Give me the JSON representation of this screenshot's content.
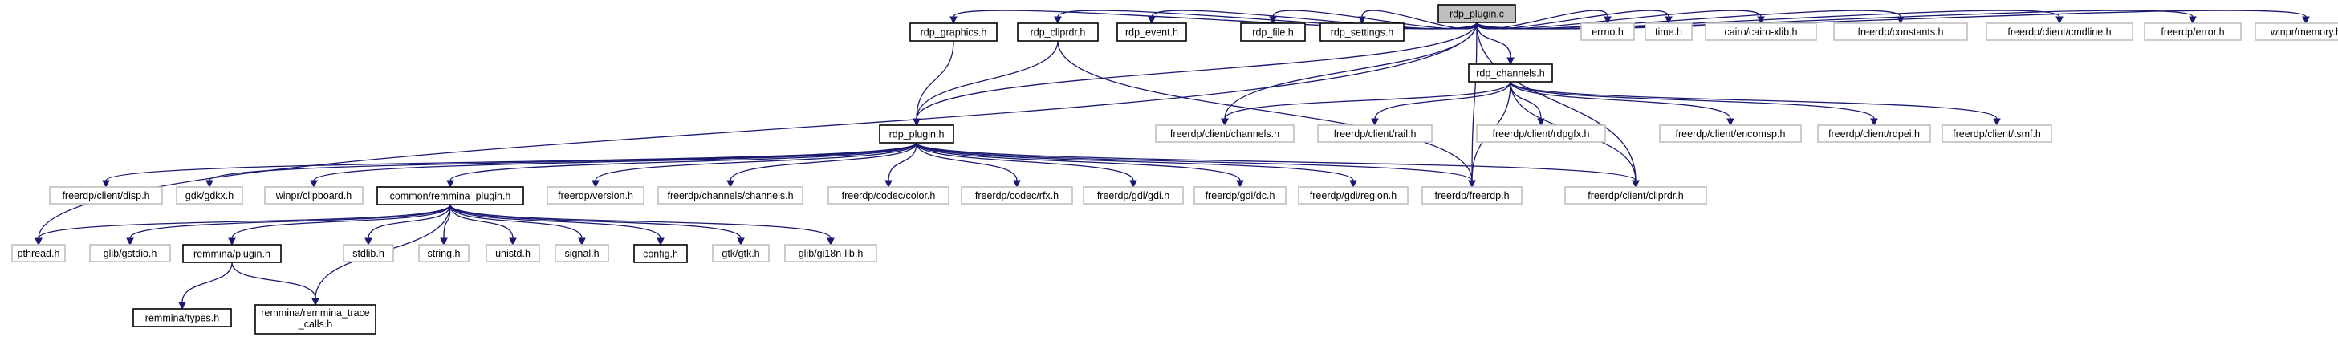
{
  "diagram": {
    "title": "rdp_plugin.c",
    "colors": {
      "root_fill": "#bfbfbf",
      "documented_border": "#000000",
      "undocumented_border": "#bfbfbf",
      "node_fill": "#ffffff",
      "edge": "#191970"
    },
    "nodes": [
      {
        "id": "rdp_plugin_c",
        "label": "rdp_plugin.c",
        "style": "root"
      },
      {
        "id": "pthread_h",
        "label": "pthread.h",
        "style": "gray"
      },
      {
        "id": "rdp_graphics_h",
        "label": "rdp_graphics.h",
        "style": "doc"
      },
      {
        "id": "rdp_cliprdr_h",
        "label": "rdp_cliprdr.h",
        "style": "doc"
      },
      {
        "id": "rdp_event_h",
        "label": "rdp_event.h",
        "style": "doc"
      },
      {
        "id": "freerdp_client_channels_h",
        "label": "freerdp/client/channels.h",
        "style": "gray"
      },
      {
        "id": "rdp_file_h",
        "label": "rdp_file.h",
        "style": "doc"
      },
      {
        "id": "rdp_settings_h",
        "label": "rdp_settings.h",
        "style": "doc"
      },
      {
        "id": "rdp_channels_h",
        "label": "rdp_channels.h",
        "style": "doc"
      },
      {
        "id": "errno_h",
        "label": "errno.h",
        "style": "gray"
      },
      {
        "id": "time_h",
        "label": "time.h",
        "style": "gray"
      },
      {
        "id": "cairo_xlib_h",
        "label": "cairo/cairo-xlib.h",
        "style": "gray"
      },
      {
        "id": "freerdp_constants_h",
        "label": "freerdp/constants.h",
        "style": "gray"
      },
      {
        "id": "freerdp_client_cmdline_h",
        "label": "freerdp/client/cmdline.h",
        "style": "gray"
      },
      {
        "id": "freerdp_error_h",
        "label": "freerdp/error.h",
        "style": "gray"
      },
      {
        "id": "winpr_memory_h",
        "label": "winpr/memory.h",
        "style": "gray"
      },
      {
        "id": "rdp_plugin_h",
        "label": "rdp_plugin.h",
        "style": "doc"
      },
      {
        "id": "freerdp_client_rail_h",
        "label": "freerdp/client/rail.h",
        "style": "gray"
      },
      {
        "id": "freerdp_client_rdpgfx_h",
        "label": "freerdp/client/rdpgfx.h",
        "style": "gray"
      },
      {
        "id": "freerdp_client_encomsp_h",
        "label": "freerdp/client/encomsp.h",
        "style": "gray"
      },
      {
        "id": "freerdp_client_rdpei_h",
        "label": "freerdp/client/rdpei.h",
        "style": "gray"
      },
      {
        "id": "freerdp_client_tsmf_h",
        "label": "freerdp/client/tsmf.h",
        "style": "gray"
      },
      {
        "id": "freerdp_client_disp_h",
        "label": "freerdp/client/disp.h",
        "style": "gray"
      },
      {
        "id": "gdk_gdkx_h",
        "label": "gdk/gdkx.h",
        "style": "gray"
      },
      {
        "id": "winpr_clipboard_h",
        "label": "winpr/clipboard.h",
        "style": "gray"
      },
      {
        "id": "common_remmina_plugin_h",
        "label": "common/remmina_plugin.h",
        "style": "doc"
      },
      {
        "id": "freerdp_version_h",
        "label": "freerdp/version.h",
        "style": "gray"
      },
      {
        "id": "freerdp_channels_channels_h",
        "label": "freerdp/channels/channels.h",
        "style": "gray"
      },
      {
        "id": "freerdp_codec_color_h",
        "label": "freerdp/codec/color.h",
        "style": "gray"
      },
      {
        "id": "freerdp_codec_rfx_h",
        "label": "freerdp/codec/rfx.h",
        "style": "gray"
      },
      {
        "id": "freerdp_gdi_gdi_h",
        "label": "freerdp/gdi/gdi.h",
        "style": "gray"
      },
      {
        "id": "freerdp_gdi_dc_h",
        "label": "freerdp/gdi/dc.h",
        "style": "gray"
      },
      {
        "id": "freerdp_gdi_region_h",
        "label": "freerdp/gdi/region.h",
        "style": "gray"
      },
      {
        "id": "freerdp_freerdp_h",
        "label": "freerdp/freerdp.h",
        "style": "gray"
      },
      {
        "id": "freerdp_client_cliprdr_h",
        "label": "freerdp/client/cliprdr.h",
        "style": "gray"
      },
      {
        "id": "glib_gstdio_h",
        "label": "glib/gstdio.h",
        "style": "gray"
      },
      {
        "id": "remmina_plugin_h",
        "label": "remmina/plugin.h",
        "style": "doc"
      },
      {
        "id": "stdlib_h",
        "label": "stdlib.h",
        "style": "gray"
      },
      {
        "id": "string_h",
        "label": "string.h",
        "style": "gray"
      },
      {
        "id": "unistd_h",
        "label": "unistd.h",
        "style": "gray"
      },
      {
        "id": "signal_h",
        "label": "signal.h",
        "style": "gray"
      },
      {
        "id": "config_h",
        "label": "config.h",
        "style": "doc"
      },
      {
        "id": "gtk_gtk_h",
        "label": "gtk/gtk.h",
        "style": "gray"
      },
      {
        "id": "glib_gi18n_lib_h",
        "label": "glib/gi18n-lib.h",
        "style": "gray"
      },
      {
        "id": "remmina_types_h",
        "label": "remmina/types.h",
        "style": "doc"
      },
      {
        "id": "remmina_trace_calls_h",
        "label": "remmina/remmina_trace_calls.h",
        "label_lines": [
          "remmina/remmina_trace",
          "_calls.h"
        ],
        "style": "doc"
      }
    ],
    "edges": [
      [
        "rdp_plugin_c",
        "pthread_h"
      ],
      [
        "rdp_plugin_c",
        "rdp_graphics_h"
      ],
      [
        "rdp_plugin_c",
        "rdp_cliprdr_h"
      ],
      [
        "rdp_plugin_c",
        "rdp_event_h"
      ],
      [
        "rdp_plugin_c",
        "freerdp_client_channels_h"
      ],
      [
        "rdp_plugin_c",
        "rdp_file_h"
      ],
      [
        "rdp_plugin_c",
        "rdp_settings_h"
      ],
      [
        "rdp_plugin_c",
        "rdp_channels_h"
      ],
      [
        "rdp_plugin_c",
        "errno_h"
      ],
      [
        "rdp_plugin_c",
        "time_h"
      ],
      [
        "rdp_plugin_c",
        "cairo_xlib_h"
      ],
      [
        "rdp_plugin_c",
        "freerdp_constants_h"
      ],
      [
        "rdp_plugin_c",
        "freerdp_client_cmdline_h"
      ],
      [
        "rdp_plugin_c",
        "freerdp_error_h"
      ],
      [
        "rdp_plugin_c",
        "winpr_memory_h"
      ],
      [
        "rdp_plugin_c",
        "rdp_plugin_h"
      ],
      [
        "rdp_plugin_c",
        "freerdp_freerdp_h"
      ],
      [
        "rdp_plugin_c",
        "freerdp_client_cliprdr_h"
      ],
      [
        "rdp_graphics_h",
        "rdp_plugin_h"
      ],
      [
        "rdp_cliprdr_h",
        "rdp_plugin_h"
      ],
      [
        "rdp_cliprdr_h",
        "freerdp_freerdp_h"
      ],
      [
        "rdp_channels_h",
        "freerdp_client_channels_h"
      ],
      [
        "rdp_channels_h",
        "freerdp_client_rail_h"
      ],
      [
        "rdp_channels_h",
        "freerdp_client_rdpgfx_h"
      ],
      [
        "rdp_channels_h",
        "freerdp_client_encomsp_h"
      ],
      [
        "rdp_channels_h",
        "freerdp_client_rdpei_h"
      ],
      [
        "rdp_channels_h",
        "freerdp_client_tsmf_h"
      ],
      [
        "rdp_channels_h",
        "freerdp_freerdp_h"
      ],
      [
        "rdp_channels_h",
        "freerdp_client_cliprdr_h"
      ],
      [
        "rdp_plugin_h",
        "freerdp_client_disp_h"
      ],
      [
        "rdp_plugin_h",
        "gdk_gdkx_h"
      ],
      [
        "rdp_plugin_h",
        "winpr_clipboard_h"
      ],
      [
        "rdp_plugin_h",
        "common_remmina_plugin_h"
      ],
      [
        "rdp_plugin_h",
        "freerdp_version_h"
      ],
      [
        "rdp_plugin_h",
        "freerdp_channels_channels_h"
      ],
      [
        "rdp_plugin_h",
        "freerdp_codec_color_h"
      ],
      [
        "rdp_plugin_h",
        "freerdp_codec_rfx_h"
      ],
      [
        "rdp_plugin_h",
        "freerdp_gdi_gdi_h"
      ],
      [
        "rdp_plugin_h",
        "freerdp_gdi_dc_h"
      ],
      [
        "rdp_plugin_h",
        "freerdp_gdi_region_h"
      ],
      [
        "rdp_plugin_h",
        "freerdp_freerdp_h"
      ],
      [
        "rdp_plugin_h",
        "freerdp_client_cliprdr_h"
      ],
      [
        "common_remmina_plugin_h",
        "pthread_h"
      ],
      [
        "common_remmina_plugin_h",
        "glib_gstdio_h"
      ],
      [
        "common_remmina_plugin_h",
        "remmina_plugin_h"
      ],
      [
        "common_remmina_plugin_h",
        "stdlib_h"
      ],
      [
        "common_remmina_plugin_h",
        "string_h"
      ],
      [
        "common_remmina_plugin_h",
        "unistd_h"
      ],
      [
        "common_remmina_plugin_h",
        "signal_h"
      ],
      [
        "common_remmina_plugin_h",
        "config_h"
      ],
      [
        "common_remmina_plugin_h",
        "gtk_gtk_h"
      ],
      [
        "common_remmina_plugin_h",
        "glib_gi18n_lib_h"
      ],
      [
        "common_remmina_plugin_h",
        "remmina_trace_calls_h"
      ],
      [
        "remmina_plugin_h",
        "remmina_types_h"
      ],
      [
        "remmina_plugin_h",
        "remmina_trace_calls_h"
      ]
    ]
  }
}
